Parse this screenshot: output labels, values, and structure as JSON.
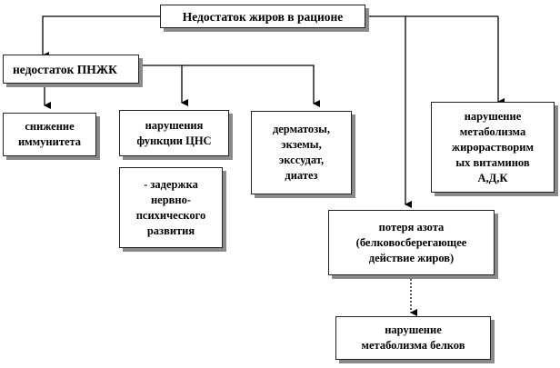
{
  "diagram": {
    "root": "Недостаток жиров в рационе",
    "pnzhk": "недостаток ПНЖК",
    "immunity": "снижение\nиммунитета",
    "cns": "нарушения\nфункции ЦНС",
    "delay": "- задержка\nнервно-\nпсихического\nразвития",
    "dermatoses": "дерматозы,\nэкземы,\nэкссудат,\nдиатез",
    "vitamins": "нарушение\nметаболизма\nжирорастворим\nых витаминов\nА,Д,К",
    "nitrogen": "потеря азота\n(белковосберегающее\nдействие жиров)",
    "proteins": "нарушение\nметаболизма белков"
  },
  "colors": {
    "border": "#222222",
    "shadow": "#8a8a8a",
    "line": "#000000"
  }
}
